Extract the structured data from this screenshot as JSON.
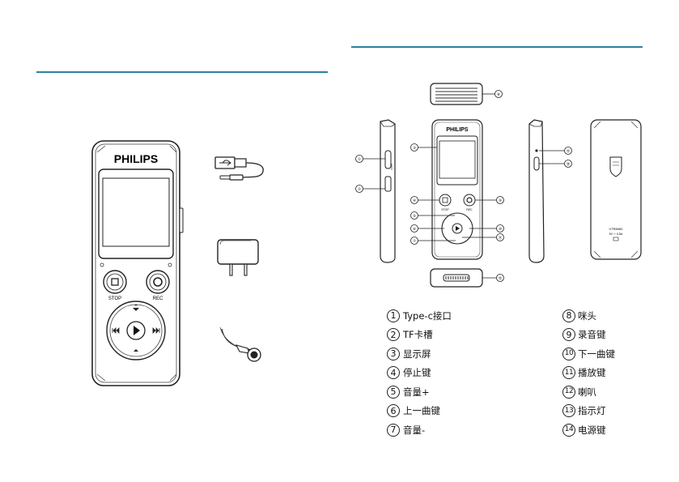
{
  "device": {
    "brand": "PHILIPS",
    "stop_label": "STOP",
    "rec_label": "REC",
    "model_label": "VTR8060",
    "rating_label": "5V ⎓ 0.5A"
  },
  "diagram_callouts": [
    "①",
    "②",
    "③",
    "④",
    "⑤",
    "⑥",
    "⑦",
    "⑧",
    "⑨",
    "⑩",
    "⑪",
    "⑫",
    "⑬",
    "⑭"
  ],
  "accessories": [
    {
      "icon": "usb-cable-icon"
    },
    {
      "icon": "power-adapter-icon"
    },
    {
      "icon": "earphone-icon"
    }
  ],
  "legend_left": [
    {
      "num": "1",
      "label": "Type-c接口"
    },
    {
      "num": "2",
      "label": "TF卡槽"
    },
    {
      "num": "3",
      "label": "显示屏"
    },
    {
      "num": "4",
      "label": "停止键"
    },
    {
      "num": "5",
      "label": "音量+"
    },
    {
      "num": "6",
      "label": "上一曲键"
    },
    {
      "num": "7",
      "label": "音量-"
    }
  ],
  "legend_right": [
    {
      "num": "8",
      "label": "咪头"
    },
    {
      "num": "9",
      "label": "录音键"
    },
    {
      "num": "10",
      "label": "下一曲键"
    },
    {
      "num": "11",
      "label": "播放键"
    },
    {
      "num": "12",
      "label": "喇叭"
    },
    {
      "num": "13",
      "label": "指示灯"
    },
    {
      "num": "14",
      "label": "电源键"
    }
  ],
  "colors": {
    "rule": "#2f7fa0",
    "line": "#222222"
  }
}
